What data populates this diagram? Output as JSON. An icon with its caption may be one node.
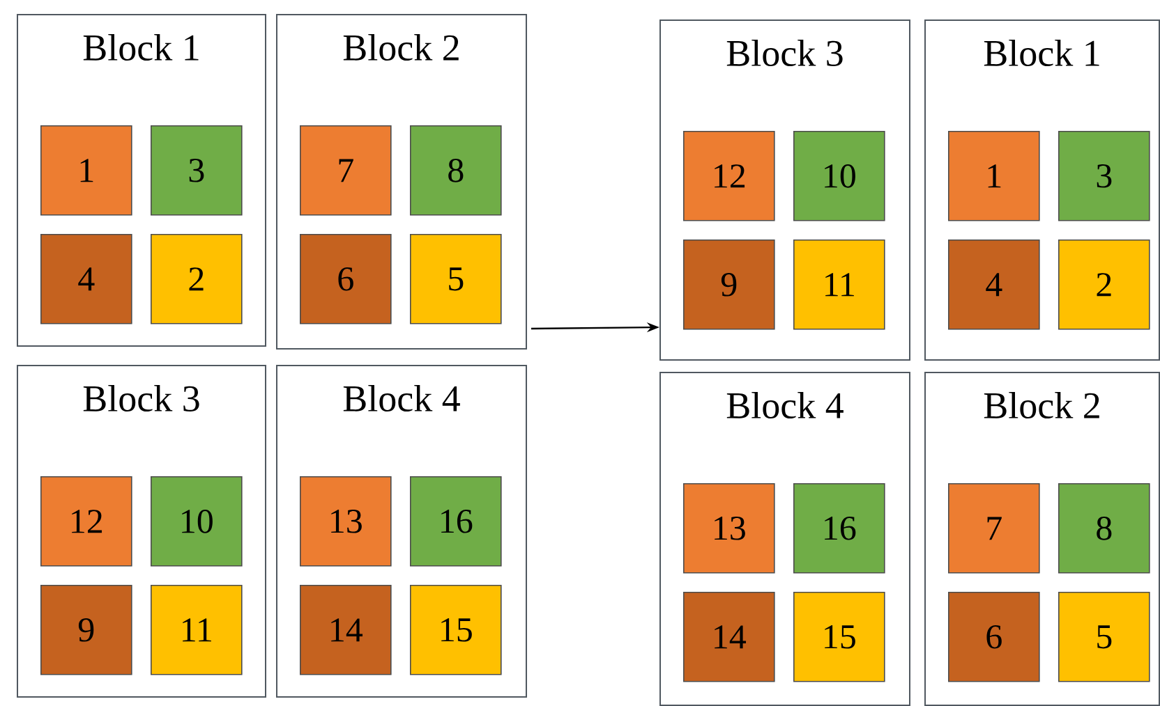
{
  "diagram": {
    "nodes": [
      {
        "text": [
          "Block 1"
        ]
      },
      {
        "text": [
          "1"
        ],
        "in": 0
      },
      {
        "text": [
          "3"
        ],
        "in": 0
      },
      {
        "text": [
          "4"
        ],
        "in": 0
      },
      {
        "text": [
          "2"
        ],
        "in": 0
      },
      {
        "text": [
          "Block 2"
        ]
      },
      {
        "text": [
          "7"
        ],
        "in": 5
      },
      {
        "text": [
          "8"
        ],
        "in": 5
      },
      {
        "text": [
          "6"
        ],
        "in": 5
      },
      {
        "text": [
          "5"
        ],
        "in": 5
      },
      {
        "text": [
          "Block 3"
        ]
      },
      {
        "text": [
          "12"
        ],
        "in": 10
      },
      {
        "text": [
          "10"
        ],
        "in": 10
      },
      {
        "text": [
          "9"
        ],
        "in": 10
      },
      {
        "text": [
          "11"
        ],
        "in": 10
      },
      {
        "text": [
          "Block 4"
        ]
      },
      {
        "text": [
          "13"
        ],
        "in": 15
      },
      {
        "text": [
          "16"
        ],
        "in": 15
      },
      {
        "text": [
          "14"
        ],
        "in": 15
      },
      {
        "text": [
          "15"
        ],
        "in": 15
      },
      {
        "text": [
          "Block 3"
        ]
      },
      {
        "text": [
          "12"
        ],
        "in": 20
      },
      {
        "text": [
          "10"
        ],
        "in": 20
      },
      {
        "text": [
          "9"
        ],
        "in": 20
      },
      {
        "text": [
          "11"
        ],
        "in": 20
      },
      {
        "text": [
          "Block 1"
        ]
      },
      {
        "text": [
          "1"
        ],
        "in": 25
      },
      {
        "text": [
          "3"
        ],
        "in": 25
      },
      {
        "text": [
          "4"
        ],
        "in": 25
      },
      {
        "text": [
          "2"
        ],
        "in": 25
      },
      {
        "text": [
          "Block 4"
        ]
      },
      {
        "text": [
          "13"
        ],
        "in": 30
      },
      {
        "text": [
          "16"
        ],
        "in": 30
      },
      {
        "text": [
          "14"
        ],
        "in": 30
      },
      {
        "text": [
          "15"
        ],
        "in": 30
      },
      {
        "text": [
          "Block 2"
        ]
      },
      {
        "text": [
          "7"
        ],
        "in": 35
      },
      {
        "text": [
          "8"
        ],
        "in": 35
      },
      {
        "text": [
          "6"
        ],
        "in": 35
      },
      {
        "text": [
          "5"
        ],
        "in": 35
      }
    ],
    "edges": [
      {
        "from": 5,
        "to": 20,
        "arrow": "to"
      }
    ]
  }
}
